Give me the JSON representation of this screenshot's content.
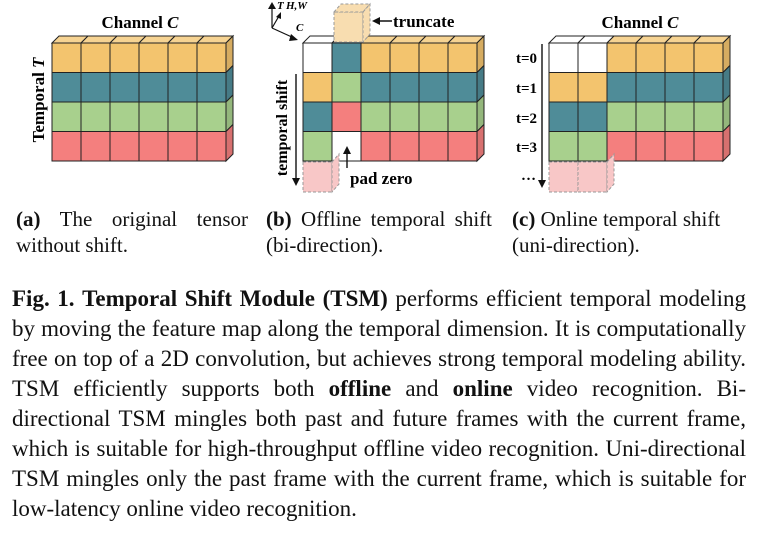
{
  "colors": {
    "orange": "#F3C46E",
    "teal": "#4F8C98",
    "green": "#A8D08D",
    "red": "#F47F7E",
    "light_red": "#F8C7C7",
    "light_orange": "#F8DDB0",
    "stroke": "#222222"
  },
  "panel_a": {
    "title_prefix": "Channel ",
    "title_var": "C",
    "side_label_prefix": "Temporal ",
    "side_label_var": "T",
    "caption_letter": "(a)",
    "caption_text": " The original tensor without shift."
  },
  "panel_b": {
    "axis_t": "T",
    "axis_hw": "H,W",
    "axis_c": "C",
    "truncate_label": "truncate",
    "pad_label": "pad zero",
    "side_label": "temporal shift",
    "caption_letter": "(b)",
    "caption_text": " Offline temporal shift (bi-direction)."
  },
  "panel_c": {
    "title_prefix": "Channel ",
    "title_var": "C",
    "time_labels": [
      "t=0",
      "t=1",
      "t=2",
      "t=3",
      "…"
    ],
    "caption_letter": "(c)",
    "caption_text": " Online temporal shift (uni-direction)."
  },
  "caption": {
    "fig_label": "Fig. 1.",
    "module_name": "Temporal Shift Module",
    "abbr": "(TSM)",
    "text_1": " performs efficient temporal modeling by moving the feature map along the temporal dimension. It is computationally free on top of a 2D convolution, but achieves strong temporal modeling ability. TSM efficiently supports both ",
    "bold_offline": "offline",
    "text_2": " and ",
    "bold_online": "online",
    "text_3": " video recognition. Bi-directional TSM mingles both past and future frames with the current frame, which is suitable for high-throughput offline video recognition. Uni-directional TSM mingles only the past frame with the current frame, which is suitable for low-latency online video recognition."
  }
}
